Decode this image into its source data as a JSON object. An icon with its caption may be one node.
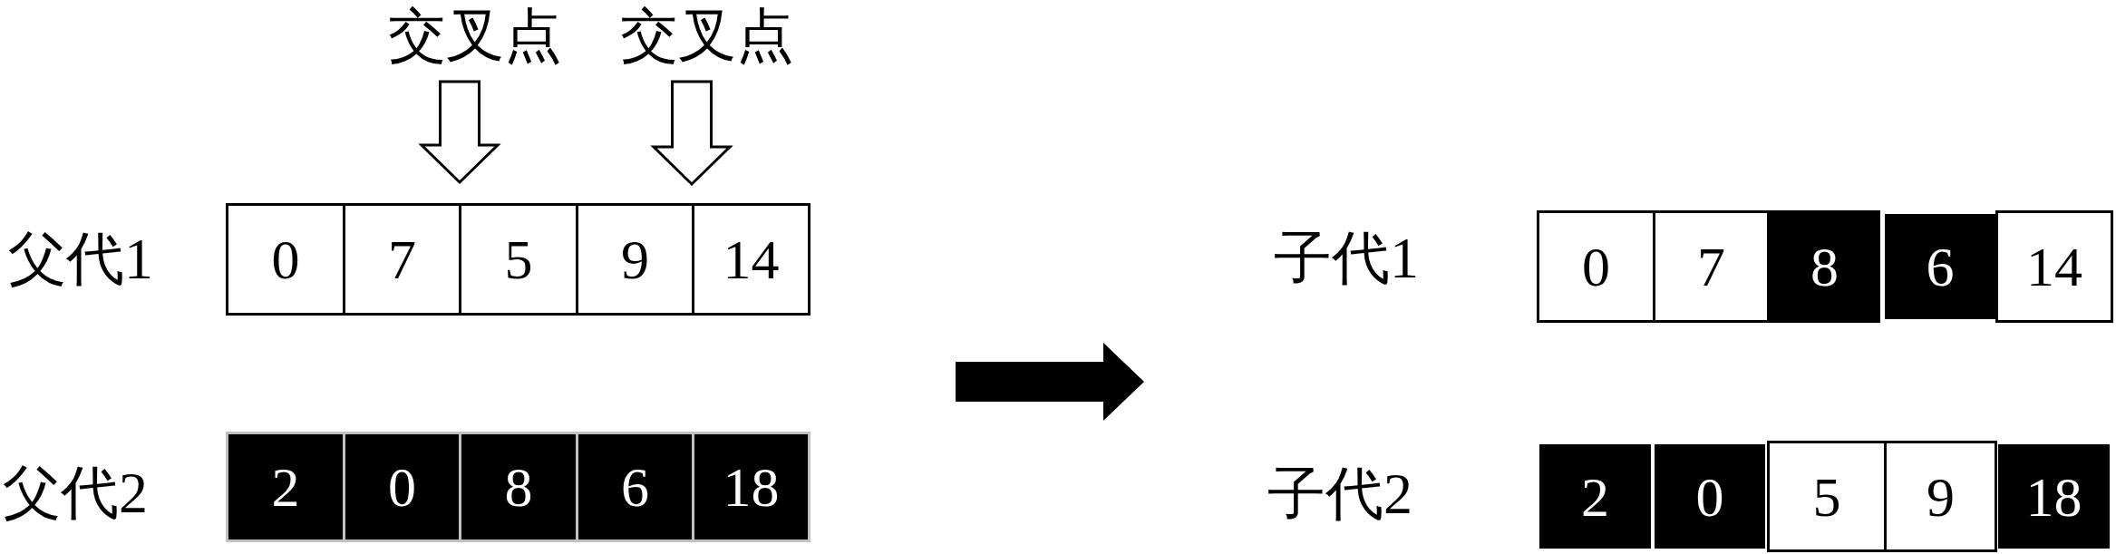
{
  "diagram": {
    "nodes": [
      {
        "text": [
          "交叉点"
        ]
      },
      {
        "text": [
          "交叉点"
        ]
      },
      {
        "text": [
          "0"
        ]
      },
      {
        "text": [
          "7"
        ]
      },
      {
        "text": [
          "5"
        ]
      },
      {
        "text": [
          "9"
        ]
      },
      {
        "text": [
          "14"
        ]
      },
      {
        "text": [
          "0"
        ]
      },
      {
        "text": [
          "7"
        ]
      },
      {
        "text": [
          "8"
        ]
      },
      {
        "text": [
          "6"
        ]
      },
      {
        "text": [
          "14"
        ]
      },
      {
        "text": [
          "2"
        ]
      },
      {
        "text": [
          "0"
        ]
      },
      {
        "text": [
          "8"
        ]
      },
      {
        "text": [
          "6"
        ]
      },
      {
        "text": [
          "18"
        ]
      },
      {
        "text": [
          "2"
        ]
      },
      {
        "text": [
          "0"
        ]
      },
      {
        "text": [
          "5"
        ]
      },
      {
        "text": [
          "9"
        ]
      },
      {
        "text": [
          "18"
        ]
      }
    ],
    "edges": [
      {
        "from": 0,
        "to": null,
        "arrow": "to"
      },
      {
        "from": 1,
        "to": null,
        "arrow": "to"
      }
    ],
    "labels": [
      "父代1",
      "子代1",
      "父代2",
      "子代2"
    ]
  }
}
